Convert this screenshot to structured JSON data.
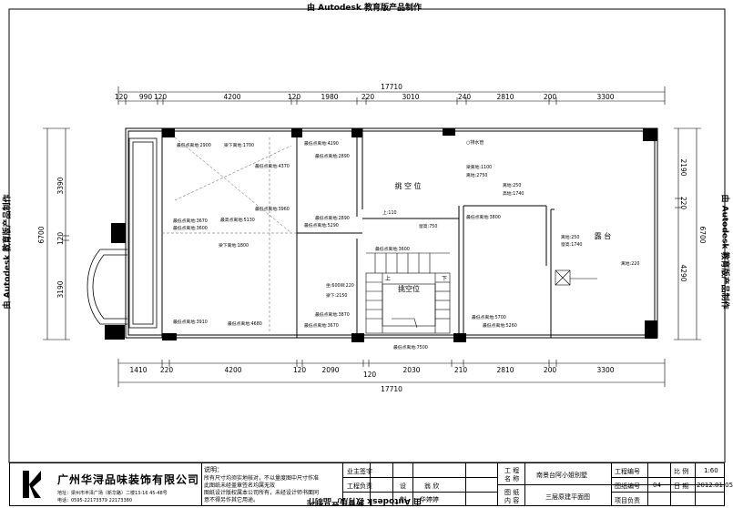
{
  "watermark": "由 Autodesk 教育版产品制作",
  "dimensions": {
    "top_total": "17710",
    "top_segments": [
      "120",
      "990",
      "120",
      "4200",
      "120",
      "1980",
      "220",
      "3010",
      "240",
      "2810",
      "200",
      "3300"
    ],
    "bottom_total": "17710",
    "bottom_segments": [
      "1410",
      "220",
      "4200",
      "120",
      "2090",
      "120",
      "2030",
      "210",
      "2810",
      "200",
      "3300"
    ],
    "left_total": "6700",
    "left_segments": [
      "3390",
      "120",
      "3190"
    ],
    "right_total": "6700",
    "right_segments": [
      "2190",
      "220",
      "4290"
    ]
  },
  "rooms": {
    "void_upper": "挑 空 位",
    "void_stair": "挑空位",
    "terrace": "露 台",
    "stair_up": "上",
    "stair_down": "下",
    "drain": "○排水管"
  },
  "annotations": [
    "最低点离地:2900",
    "梁下离地:1700",
    "最低点离地:4370",
    "最低点离地:4290",
    "最低点离地:2890",
    "最低点离地:3670",
    "最低点离地:3600",
    "最高点离地:5130",
    "最低点离地:3960",
    "梁下离地:1800",
    "最低点离地:2890",
    "最低点离地:5290",
    "最低点离地:3910",
    "最低点离地:4680",
    "最低点离地:3870",
    "最低点离地:3670",
    "最低点离地:3600",
    "最低点离地:5700",
    "最低点离地:5260",
    "最低点离地:7500",
    "梁离地:1100",
    "离地:2750",
    "最低点离地:3800",
    "离地:250",
    "高地:1740",
    "窗高:750",
    "窗高:1740",
    "离地:250",
    "离地:220",
    "上:110",
    "梁下:2150",
    "坐:600W:220"
  ],
  "titleblock": {
    "company": "广州华浔品味装饰有限公司",
    "address": "地址：梁州市丰泽广场（新华路）二楼13-16 45-48号",
    "phone": "电话：0595-22173379    22173380",
    "notes_title": "说明：",
    "notes": [
      "所有尺寸均须实地核对，不以量度图中尺寸作准",
      "此图纸未经盖章签名均属无效",
      "图纸设计版权属本公司所有，未经设计师书面同",
      "意不得另作其它用途。"
    ],
    "labels": {
      "owner_sign": "业主签字",
      "pm": "工程负责",
      "designer_label": "设",
      "designer_value": "翁 欣",
      "drafter_label": "制",
      "drafter_value": "华婷婷",
      "drawing_label": "图 纸",
      "drawing_label2": "内 容",
      "project_label": "工 程",
      "project_label2": "名 称",
      "project_name": "南景台阿小姐别墅",
      "drawing_content": "三层原建平面图",
      "project_no": "工程编号",
      "drawing_no": "图纸编号",
      "drawing_no_value": "04",
      "project_lead": "项目负责",
      "scale": "比 例",
      "scale_value": "1:60",
      "date": "日 期",
      "date_value": "2012.01.05"
    }
  }
}
